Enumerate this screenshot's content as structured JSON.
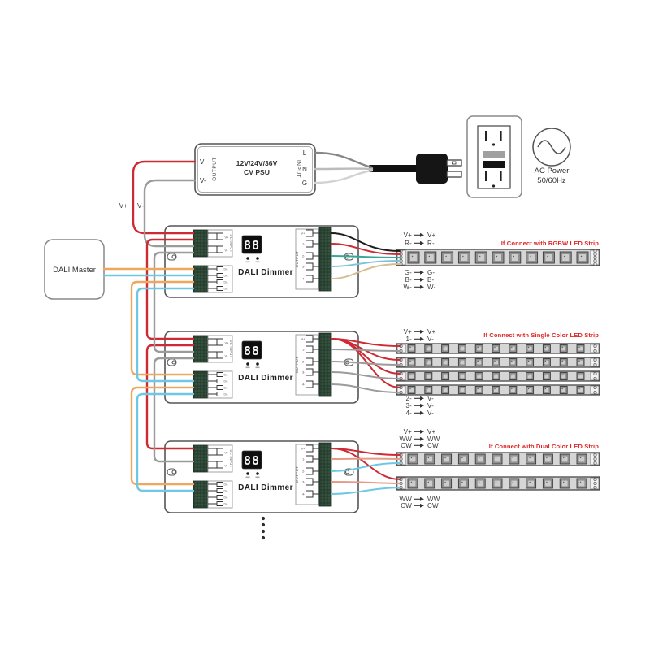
{
  "psu": {
    "v_plus": "V+",
    "v_minus": "V-",
    "output_label": "OUTPUT",
    "input_label": "INPUT",
    "line1": "12V/24V/36V",
    "line2": "CV PSU",
    "l": "L",
    "n": "N",
    "g": "G"
  },
  "ac": {
    "line1": "AC Power",
    "line2": "50/60Hz"
  },
  "dali_master": {
    "label": "DALI Master"
  },
  "feed_labels": {
    "v_plus": "V+",
    "v_minus": "V-"
  },
  "dimmers": [
    {
      "title": "DALI Dimmer",
      "dc_input": "DC INPUT",
      "output": "OUTPUT",
      "display": "88",
      "in_labels": [
        "V+",
        "V-"
      ],
      "da_labels": [
        "DA",
        "DA",
        "DA",
        "DA"
      ],
      "out_labels": [
        "V+",
        "1-",
        "2-",
        "3-",
        "4-"
      ]
    },
    {
      "title": "DALI Dimmer",
      "dc_input": "DC INPUT",
      "output": "OUTPUT",
      "display": "88",
      "in_labels": [
        "V+",
        "V-"
      ],
      "da_labels": [
        "DA",
        "DA",
        "DA",
        "DA"
      ],
      "out_labels": [
        "V+",
        "1-",
        "2-",
        "3-",
        "4-"
      ]
    },
    {
      "title": "DALI Dimmer",
      "dc_input": "DC INPUT",
      "output": "OUTPUT",
      "display": "88",
      "in_labels": [
        "V+",
        "V-"
      ],
      "da_labels": [
        "DA",
        "DA",
        "DA",
        "DA"
      ],
      "out_labels": [
        "V+",
        "1-",
        "2-",
        "3-",
        "4-"
      ]
    }
  ],
  "strips": {
    "rgbw": {
      "caption": "If Connect with RGBW LED Strip",
      "rows": [
        {
          "left": "V+",
          "right": "V+"
        },
        {
          "left": "R-",
          "right": "R-"
        },
        {
          "left": "G-",
          "right": "G-"
        },
        {
          "left": "B-",
          "right": "B-"
        },
        {
          "left": "W-",
          "right": "W-"
        }
      ]
    },
    "single": {
      "caption": "If Connect with Single Color LED Strip",
      "rows": [
        {
          "left": "V+",
          "right": "V+"
        },
        {
          "left": "1-",
          "right": "V-"
        },
        {
          "left": "2-",
          "right": "V-"
        },
        {
          "left": "3-",
          "right": "V-"
        },
        {
          "left": "4-",
          "right": "V-"
        }
      ]
    },
    "dual": {
      "caption": "If Connect with Dual Color LED Strip",
      "rows": [
        {
          "left": "V+",
          "right": "V+"
        },
        {
          "left": "WW",
          "right": "WW"
        },
        {
          "left": "CW",
          "right": "CW"
        },
        {
          "left": "WW",
          "right": "WW"
        },
        {
          "left": "CW",
          "right": "CW"
        }
      ]
    }
  },
  "colors": {
    "wire_red": "#cd2a33",
    "wire_gray": "#9b9b9b",
    "wire_orange": "#eda75f",
    "wire_cyan": "#6fc8e3",
    "wire_black": "#1c1c1c",
    "wire_green": "#39a795",
    "wire_blue": "#79c3dc",
    "wire_tan": "#d6bd92",
    "wire_salmon": "#e59a88",
    "caption_red": "#e02626",
    "terminal_green": "#2b4434"
  }
}
